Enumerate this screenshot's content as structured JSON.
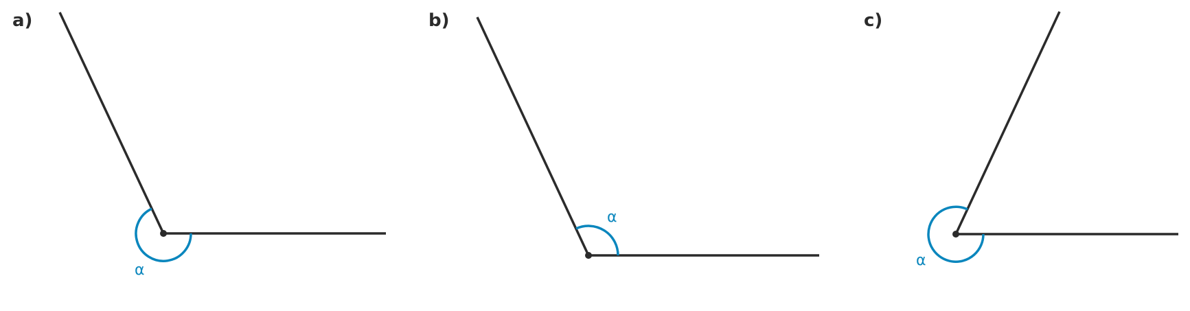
{
  "figure": {
    "panels": [
      {
        "label": "a)",
        "angle_label": "α"
      },
      {
        "label": "b)",
        "angle_label": "α"
      },
      {
        "label": "c)",
        "angle_label": "α"
      }
    ]
  },
  "colors": {
    "ray": "#2b2b2b",
    "angle_arc": "#0a86bd",
    "background": "#ffffff"
  }
}
